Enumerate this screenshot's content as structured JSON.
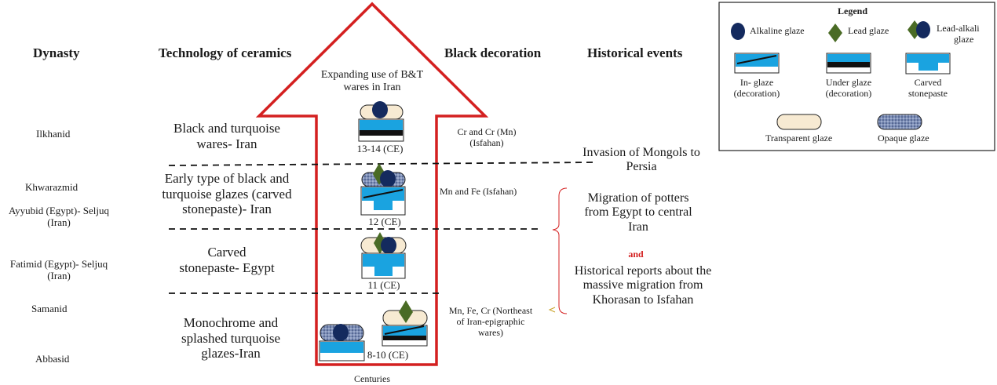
{
  "headers": {
    "dynasty": "Dynasty",
    "technology": "Technology of ceramics",
    "black_decoration": "Black decoration",
    "historical_events": "Historical events"
  },
  "arrow_label": "Expanding use of B&T wares in Iran",
  "arrow_label_lines": [
    "Expanding use of B&T",
    "wares in Iran"
  ],
  "bottom_label": "Centuries",
  "dynasties": [
    "Ilkhanid",
    "Khwarazmid",
    "Ayyubid (Egypt)- Seljuq",
    "(Iran)",
    "Fatimid (Egypt)- Seljuq",
    "(Iran)",
    "Samanid",
    "Abbasid"
  ],
  "technology": {
    "ilkhanid": [
      "Black and turquoise",
      "wares- Iran"
    ],
    "seljuq": [
      "Early type of black and",
      "turquoise glazes (carved",
      "stonepaste)- Iran"
    ],
    "fatimid": [
      "Carved",
      "stonepaste- Egypt"
    ],
    "abbasid": [
      "Monochrome and",
      "splashed turquoise",
      "glazes-Iran"
    ]
  },
  "periods": [
    "13-14 (CE)",
    "12 (CE)",
    "11 (CE)",
    "8-10 (CE)"
  ],
  "black_decoration": {
    "ilkhanid": [
      "Cr and Cr (Mn)",
      "(Isfahan)"
    ],
    "seljuq": [
      "Mn and Fe (Isfahan)"
    ],
    "abbasid": [
      "Mn, Fe, Cr (Northeast",
      "of Iran-epigraphic",
      "wares)"
    ]
  },
  "events": {
    "mongols": [
      "Invasion of Mongols to",
      "Persia"
    ],
    "migration": [
      "Migration of potters",
      "from Egypt to central",
      "Iran"
    ],
    "and": "and",
    "reports": [
      "Historical reports about the",
      "massive migration from",
      "Khorasan to Isfahan"
    ]
  },
  "legend": {
    "title": "Legend",
    "alkaline": "Alkaline glaze",
    "lead": "Lead glaze",
    "lead_alkali": [
      "Lead-alkali",
      "glaze"
    ],
    "in_glaze": [
      "In- glaze",
      "(decoration)"
    ],
    "under_glaze": [
      "Under glaze",
      "(decoration)"
    ],
    "carved": [
      "Carved",
      "stonepaste"
    ],
    "transparent": "Transparent glaze",
    "opaque": "Opaque glaze"
  },
  "colors": {
    "arrow": "#d42020",
    "turquoise": "#1aa3e0",
    "alkaline": "#142a5e",
    "lead": "#4a6b25",
    "transparent": "#f7ead2",
    "opaque": "#7d8fb8",
    "and": "#d42020"
  }
}
